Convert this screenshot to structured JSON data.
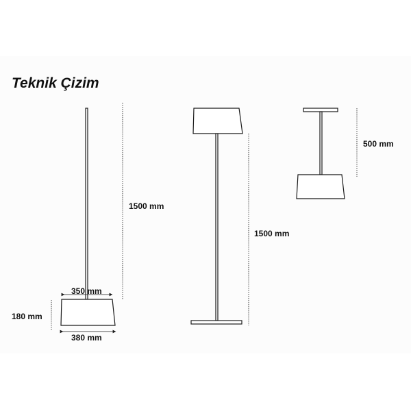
{
  "title": "Teknik Çizim",
  "dimensions": {
    "floor_height": "1500 mm",
    "shade_top_width": "350 mm",
    "shade_height": "180 mm",
    "shade_bottom_width": "380 mm",
    "standing_height": "1500 mm",
    "pendant_drop": "500 mm"
  },
  "colors": {
    "line": "#1a1a1a",
    "background": "#fcfcfc"
  }
}
